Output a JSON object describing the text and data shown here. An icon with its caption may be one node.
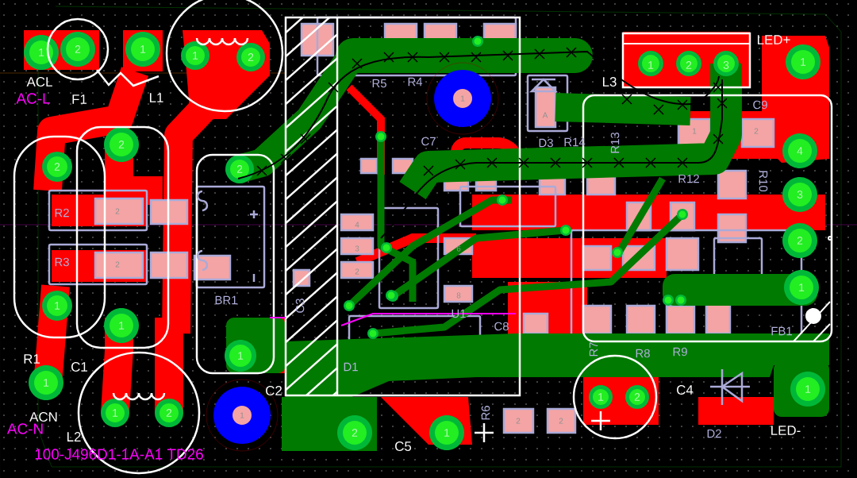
{
  "diagram": {
    "labels": [
      "LED+",
      "1",
      "2",
      "1",
      "1",
      "2",
      "1",
      "2",
      "3",
      "1",
      "ACL",
      "R5",
      "R4",
      "L3",
      "AC-L",
      "F1",
      "L1",
      "1",
      "C9",
      "A",
      "1",
      "2",
      "2",
      "C7",
      "D3",
      "R14",
      "R13",
      "4",
      "2",
      "2",
      "R12",
      "R10",
      "3",
      "R2",
      "2",
      "4",
      "3",
      "6",
      "2",
      "R3",
      "2",
      "2",
      "8",
      "1",
      "1",
      "BR1",
      "C3",
      "U1",
      "1",
      "C8",
      "FB1",
      "R1",
      "1",
      "R7",
      "R8",
      "R9",
      "C1",
      "D1",
      "1",
      "C2",
      "1",
      "2",
      "C4",
      "1",
      "ACN",
      "1",
      "2",
      "1",
      "R6",
      "2",
      "2",
      "AC-N",
      "L2",
      "2",
      "1",
      "D2",
      "LED-",
      "C5",
      "100-J496D1-1A-A1 TD26"
    ]
  }
}
